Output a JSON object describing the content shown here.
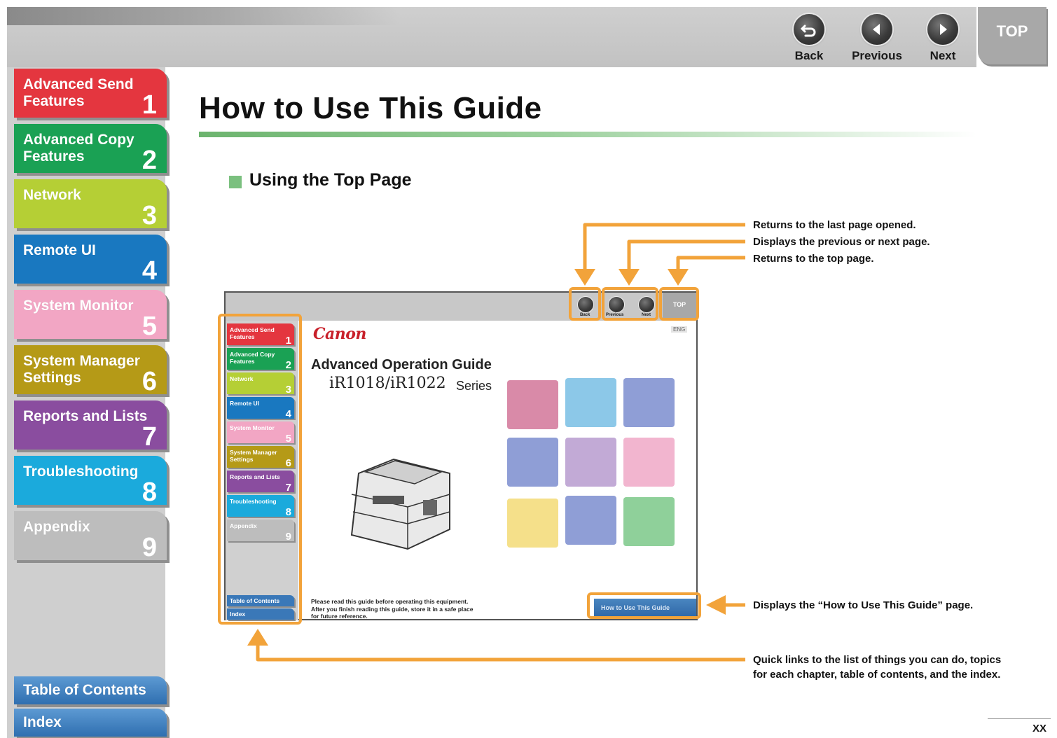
{
  "header": {
    "nav": [
      {
        "label": "Back",
        "icon": "back-arrow-icon"
      },
      {
        "label": "Previous",
        "icon": "previous-arrow-icon"
      },
      {
        "label": "Next",
        "icon": "next-arrow-icon"
      }
    ],
    "top_label": "TOP"
  },
  "sidebar": {
    "items": [
      {
        "label": "Advanced Send\nFeatures",
        "number": "1",
        "color": "#e4363f"
      },
      {
        "label": "Advanced Copy\nFeatures",
        "number": "2",
        "color": "#1aa154"
      },
      {
        "label": "Network",
        "number": "3",
        "color": "#b5cf35"
      },
      {
        "label": "Remote UI",
        "number": "4",
        "color": "#1978c0"
      },
      {
        "label": "System Monitor",
        "number": "5",
        "color": "#f2a6c4"
      },
      {
        "label": "System Manager\nSettings",
        "number": "6",
        "color": "#b59a17"
      },
      {
        "label": "Reports and Lists",
        "number": "7",
        "color": "#8a4d9f"
      },
      {
        "label": "Troubleshooting",
        "number": "8",
        "color": "#1baadc"
      },
      {
        "label": "Appendix",
        "number": "9",
        "color": "#bdbdbd"
      }
    ],
    "toc_label": "Table of Contents",
    "index_label": "Index"
  },
  "main": {
    "title": "How to Use This Guide",
    "section_heading": "Using the Top Page",
    "callouts": {
      "back": "Returns to the last page opened.",
      "prev_next": "Displays the previous or next page.",
      "top": "Returns to the top page.",
      "howto": "Displays the “How to Use This Guide” page.",
      "quicklinks_1": "Quick links to the list of things you can do, topics",
      "quicklinks_2": "for each chapter, table of contents, and the index."
    },
    "mini": {
      "nav": [
        "Back",
        "Previous",
        "Next"
      ],
      "top_label": "TOP",
      "logo": "Canon",
      "lang": "ENG",
      "guide_title": "Advanced Operation Guide",
      "model": "iR1018/iR1022",
      "series": "Series",
      "notice": "Please read this guide before operating this equipment.\nAfter you finish reading this guide, store it in a safe place\nfor future reference.",
      "howto_button": "How to Use This Guide",
      "tabs": [
        {
          "label": "Advanced Send\nFeatures",
          "number": "1",
          "color": "#e4363f"
        },
        {
          "label": "Advanced Copy\nFeatures",
          "number": "2",
          "color": "#1aa154"
        },
        {
          "label": "Network",
          "number": "3",
          "color": "#b5cf35"
        },
        {
          "label": "Remote UI",
          "number": "4",
          "color": "#1978c0"
        },
        {
          "label": "System Monitor",
          "number": "5",
          "color": "#f2a6c4"
        },
        {
          "label": "System Manager\nSettings",
          "number": "6",
          "color": "#b59a17"
        },
        {
          "label": "Reports and Lists",
          "number": "7",
          "color": "#8a4d9f"
        },
        {
          "label": "Troubleshooting",
          "number": "8",
          "color": "#1baadc"
        },
        {
          "label": "Appendix",
          "number": "9",
          "color": "#bdbdbd"
        }
      ],
      "toc_label": "Table of Contents",
      "index_label": "Index",
      "swatch_colors": [
        "#d98aa8",
        "#8cc8e8",
        "#8f9ed6",
        "#8f9ed6",
        "#c2aad6",
        "#f2b5cf",
        "#f5e08a",
        "#8f9ed6",
        "#8fd09a"
      ]
    },
    "highlight_color": "#f2a33a"
  },
  "footer": {
    "page_number": "XX"
  }
}
